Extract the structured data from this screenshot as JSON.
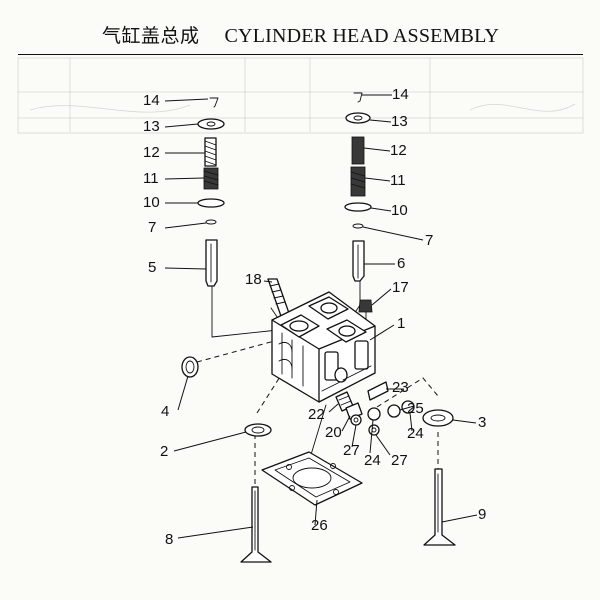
{
  "header": {
    "title_cn": "气缸盖总成",
    "title_en": "CYLINDER HEAD ASSEMBLY"
  },
  "diagram": {
    "callouts": {
      "c1": "1",
      "c2": "2",
      "c3": "3",
      "c4": "4",
      "c5": "5",
      "c6": "6",
      "c7_left": "7",
      "c7_right": "7",
      "c8": "8",
      "c9": "9",
      "c10_left": "10",
      "c10_right": "10",
      "c11_left": "11",
      "c11_right": "11",
      "c12_left": "12",
      "c12_right": "12",
      "c13_left": "13",
      "c13_right": "13",
      "c14_left": "14",
      "c14_right": "14",
      "c17": "17",
      "c18": "18",
      "c20": "20",
      "c22": "22",
      "c23": "23",
      "c24_right": "24",
      "c24_mid": "24",
      "c25": "25",
      "c26": "26",
      "c27_left": "27",
      "c27_mid": "27"
    }
  }
}
